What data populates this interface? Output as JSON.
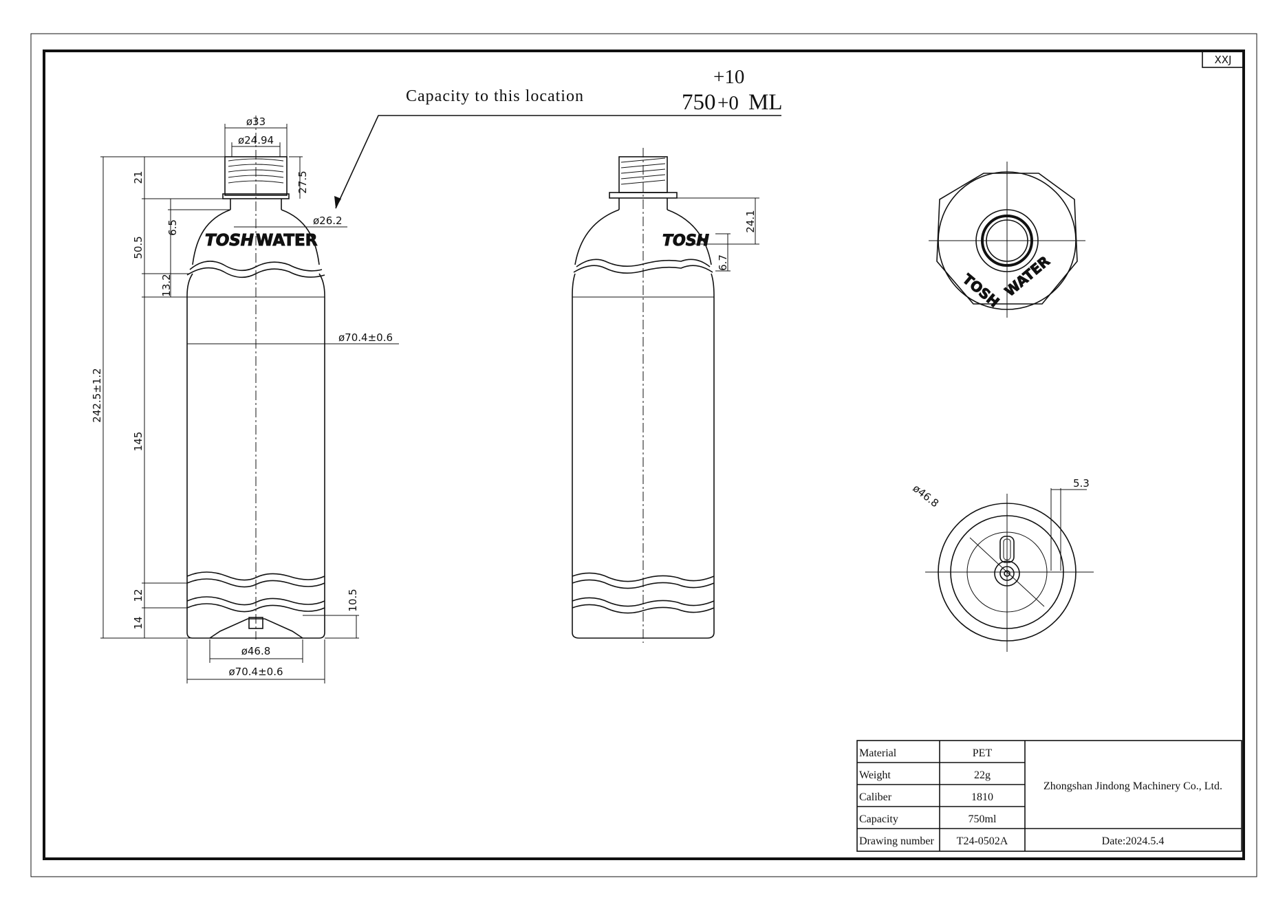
{
  "sheet": {
    "corner_code": "XXJ",
    "capacity_note": "Capacity to this location",
    "capacity_tol_upper": "+10",
    "capacity_nominal": "750",
    "capacity_tol_lower": "+0",
    "capacity_unit": "ML",
    "brand_text_left": "TOSH",
    "brand_text_right": "WATER"
  },
  "dimensions": {
    "d_outer_finish": "ø33",
    "d_inner_finish": "ø24.94",
    "d_neck": "ø26.2",
    "d_body": "ø70.4±0.6",
    "d_base_push": "ø46.8",
    "d_base_body": "ø70.4±0.6",
    "h_finish": "21",
    "h_thread": "27.5",
    "h_neck_ring": "6.5",
    "h_shoulder": "50.5",
    "h_wave": "13.2",
    "h_total": "242.5±1.2",
    "h_body": "145",
    "h_ring1": "12",
    "h_ring2": "14",
    "h_base": "10.5",
    "side_h1": "24.1",
    "side_h2": "6.7",
    "bottom_d": "ø46.8",
    "bottom_w": "5.3"
  },
  "title_block": {
    "rows": [
      {
        "label": "Material",
        "value": "PET"
      },
      {
        "label": "Weight",
        "value": "22g"
      },
      {
        "label": "Caliber",
        "value": "1810"
      },
      {
        "label": "Capacity",
        "value": "750ml"
      },
      {
        "label": "Drawing number",
        "value": "T24-0502A"
      }
    ],
    "company": "Zhongshan Jindong Machinery Co., Ltd.",
    "date": "Date:2024.5.4"
  }
}
